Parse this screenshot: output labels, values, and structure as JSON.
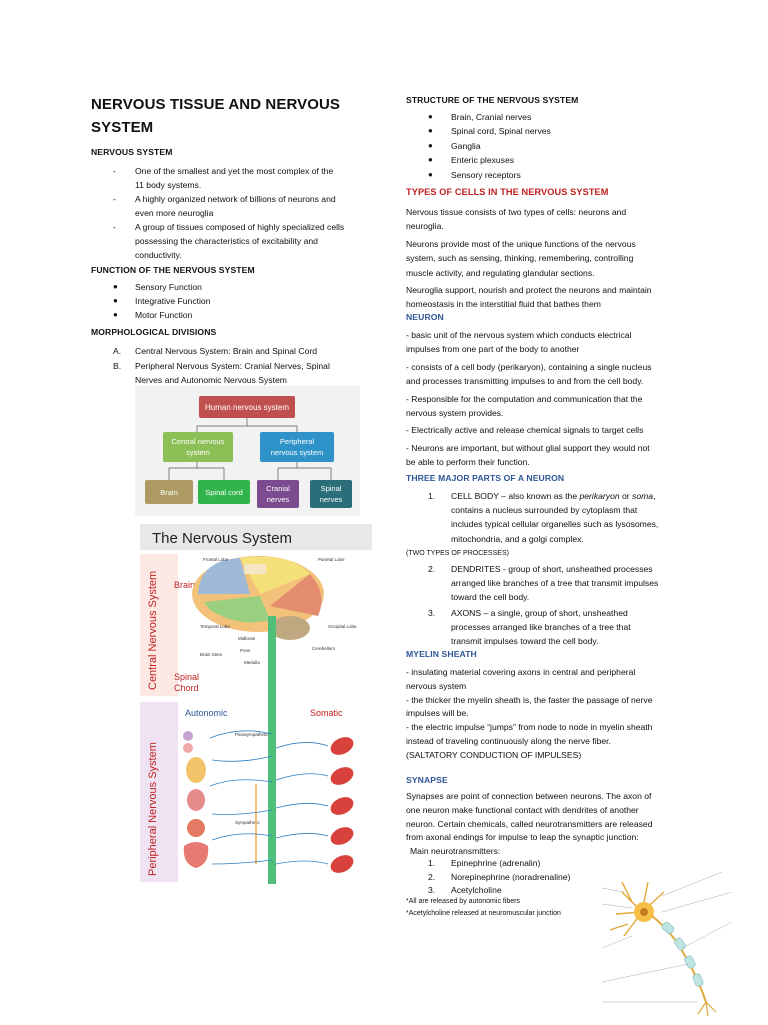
{
  "left": {
    "title_line1": "NERVOUS TISSUE AND NERVOUS",
    "title_line2": "SYSTEM",
    "nervous_system_heading": "NERVOUS SYSTEM",
    "nervous_system_items": [
      {
        "line1": "One of the smallest and yet the most complex of the",
        "line2": "11 body systems."
      },
      {
        "line1": "A highly organized network of billions of neurons and",
        "line2": "even more neuroglia"
      },
      {
        "line1": "A group of tissues composed of highly specialized cells",
        "line2": "possessing the characteristics of excitability and",
        "line3": "conductivity."
      }
    ],
    "function_heading": "FUNCTION OF THE NERVOUS SYSTEM",
    "functions": [
      "Sensory Function",
      "Integrative Function",
      "Motor Function"
    ],
    "morph_heading": "MORPHOLOGICAL DIVISIONS",
    "morph_items": [
      {
        "marker": "A.",
        "line1": "Central Nervous System: Brain and Spinal Cord"
      },
      {
        "marker": "B.",
        "line1": "Peripheral Nervous System: Cranial Nerves, Spinal",
        "line2": "Nerves and Autonomic Nervous System"
      }
    ],
    "diagram": {
      "root": "Human nervous system",
      "cns": [
        "Central nervous",
        "system"
      ],
      "pns": [
        "Peripheral",
        "nervous system"
      ],
      "brain": "Brain",
      "spinal_cord": "Spinal cord",
      "cranial": [
        "Cranial",
        "nerves"
      ],
      "spinal_nerves": [
        "Spinal",
        "nerves"
      ]
    },
    "ns_figure": {
      "title": "The Nervous System",
      "cns_label": "Central Nervous System",
      "pns_label": "Peripheral Nervous System",
      "brain": "Brain",
      "spinal": "Spinal",
      "chord": "Chord",
      "autonomic": "Autonomic",
      "somatic": "Somatic",
      "frontal": "Frontal Lobe",
      "parietal": "Parietal Lobe",
      "temporal": "Temporal Lobe",
      "occipital": "Occipital Lobe",
      "midbrain": "Midbrain",
      "pons": "Pons",
      "medulla": "Medulla",
      "cerebellum": "Cerebellum",
      "brainstem": "Brain Stem",
      "parasympathetic": "Parasympathetic",
      "sympathetic": "Sympathetic"
    }
  },
  "right": {
    "structure_heading": "STRUCTURE OF THE NERVOUS SYSTEM",
    "structure_items": [
      "Brain, Cranial nerves",
      "Spinal cord, Spinal nerves",
      "Ganglia",
      "Enteric plexuses",
      "Sensory receptors"
    ],
    "types_heading": "TYPES OF CELLS IN THE NERVOUS SYSTEM",
    "types_p1": [
      "Nervous tissue consists of two types of cells: neurons and",
      "neuroglia."
    ],
    "types_p2": [
      "Neurons provide most of the unique functions of the nervous",
      "system, such as sensing, thinking, remembering, controlling",
      "muscle activity, and regulating glandular sections."
    ],
    "types_p3": [
      "Neuroglia support, nourish and protect the neurons and maintain",
      "homeostasis in the interstitial fluid that bathes them"
    ],
    "neuron_heading": "NEURON",
    "neuron_p1": [
      "- basic unit of the nervous system which conducts electrical",
      "impulses from one part of the body to another"
    ],
    "neuron_p2": [
      "- consists of a cell body (perikaryon), containing a single nucleus",
      "and processes transmitting impulses to and from the cell body."
    ],
    "neuron_p3": [
      "- Responsible for the computation and communication that the",
      "nervous system provides."
    ],
    "neuron_p4": [
      "- Electrically active and release chemical signals to target cells"
    ],
    "neuron_p5": [
      "- Neurons are important, but without glial support they would not",
      "be able to perform their function."
    ],
    "parts_heading": "THREE MAJOR PARTS OF A NEURON",
    "part1": {
      "marker": "1.",
      "a": "CELL BODY – also known as the ",
      "b": "perikaryon",
      "c": " or ",
      "d": "soma",
      "e": ",",
      "line2": "contains a nucleus surrounded by cytoplasm that",
      "line3": "includes typical cellular organelles such as lysosomes,",
      "line4": "mitochondria, and a golgi complex."
    },
    "two_types": "(TWO TYPES OF PROCESSES)",
    "part2": {
      "marker": "2.",
      "line1": "DENDRITES - group of short, unsheathed processes",
      "line2": "arranged like branches of a tree that transmit impulses",
      "line3": "toward the cell body."
    },
    "part3": {
      "marker": "3.",
      "line1": "AXONS – a single, group of short, unsheathed",
      "line2": "processes arranged like branches of a tree that",
      "line3": "transmit impulses toward the cell body."
    },
    "myelin_heading": "MYELIN SHEATH",
    "myelin_lines": [
      "- insulating material covering axons in central and peripheral",
      "nervous system",
      "- the thicker the myelin sheath is, the faster the passage of nerve",
      "impulses will be.",
      "- the electric impulse “jumps” from node to node in myelin sheath",
      "instead of traveling continuously along the nerve fiber.",
      "(SALTATORY CONDUCTION OF IMPULSES)"
    ],
    "synapse_heading": "SYNAPSE",
    "synapse_lines": [
      "Synapses are point of connection between neurons. The axon of",
      "one neuron make functional contact with dendrites of another",
      "neuron. Certain chemicals, called neurotransmitters are released",
      "from axonal endings for impulse to leap the synaptic junction:"
    ],
    "main_nt": "Main neurotransmitters:",
    "nts": [
      {
        "marker": "1.",
        "label": "Epinephrine (adrenalin)"
      },
      {
        "marker": "2.",
        "label": "Norepinephrine (noradrenaline)"
      },
      {
        "marker": "3.",
        "label": "Acetylcholine"
      }
    ],
    "note1": "*All are released by autonomic fibers",
    "note2": "*Acetylcholine released at neuromuscular junction"
  },
  "colors": {
    "red_heading": "#c0211f",
    "blue_heading": "#2e5597",
    "diagram_root": "#c0504d",
    "diagram_cns": "#8cbf55",
    "diagram_pns": "#2f93c9",
    "diagram_brain": "#ad9a63",
    "diagram_spinal_cord": "#31b44b",
    "diagram_cranial": "#7c4a8e",
    "diagram_spinal_nerves": "#2b6e7a"
  }
}
